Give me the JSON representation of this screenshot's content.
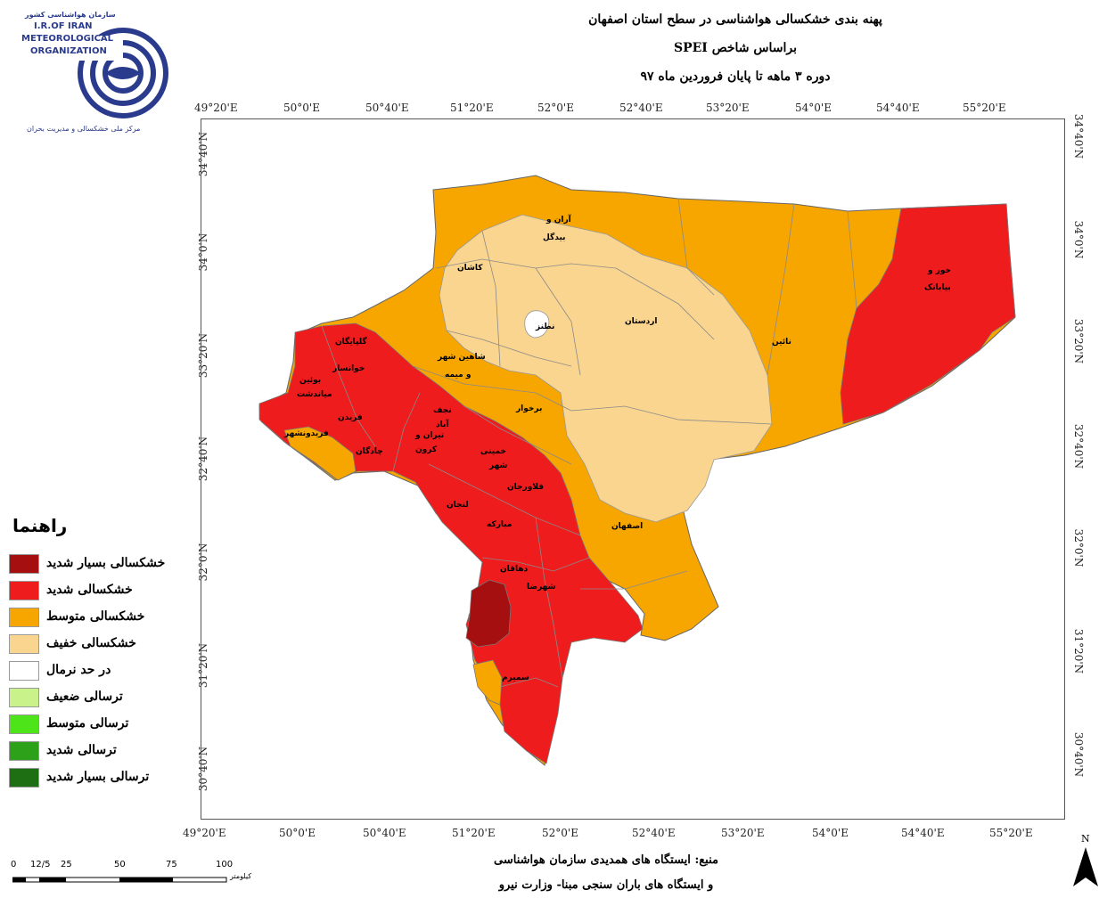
{
  "header": {
    "logo": {
      "line1": "سازمان هواشناسی کشور",
      "line2": "I.R.OF IRAN",
      "line3": "METEOROLOGICAL",
      "line4": "ORGANIZATION",
      "line5": "مرکز ملی خشکسالی و مدیریت بحران"
    },
    "title_line1": "پهنه بندی خشکسالی هواشناسی در سطح استان اصفهان",
    "title_line2": "براساس شاخص SPEI",
    "title_line3": "دوره ۳ ماهه تا پایان فروردین ماه ۹۷"
  },
  "axes": {
    "lon_ticks": [
      "49°20'E",
      "50°0'E",
      "50°40'E",
      "51°20'E",
      "52°0'E",
      "52°40'E",
      "53°20'E",
      "54°0'E",
      "54°40'E",
      "55°20'E"
    ],
    "lat_ticks": [
      "34°40'N",
      "34°0'N",
      "33°20'N",
      "32°40'N",
      "32°0'N",
      "31°20'N",
      "30°40'N"
    ]
  },
  "places": [
    {
      "name": "آران و",
      "name2": "بیدگل"
    },
    {
      "name": "کاشان"
    },
    {
      "name": "نطنز"
    },
    {
      "name": "اردستان"
    },
    {
      "name": "نائین"
    },
    {
      "name": "خور و",
      "name2": "بیابانک"
    },
    {
      "name": "شاهین شهر",
      "name2": "و میمه"
    },
    {
      "name": "برخوار"
    },
    {
      "name": "نجف",
      "name2": "آباد"
    },
    {
      "name": "خمینی",
      "name2": "شهر"
    },
    {
      "name": "فریدونشهر"
    },
    {
      "name": "اصفهان"
    },
    {
      "name": "دهاقان"
    },
    {
      "name": "شهرضا"
    },
    {
      "name": "سمیرم"
    },
    {
      "name": "لنجان"
    },
    {
      "name": "مبارکه"
    },
    {
      "name": "گلپایگان"
    },
    {
      "name": "خوانسار"
    },
    {
      "name": "فریدن"
    },
    {
      "name": "چادگان"
    },
    {
      "name": "تیران و",
      "name2": "کرون"
    },
    {
      "name": "فلاورجان"
    },
    {
      "name": "بوئین",
      "name2": "میاندشت"
    }
  ],
  "legend": {
    "title": "راهنما",
    "items": [
      {
        "label": "خشکسالی بسیار شدید",
        "color": "#a50f0f"
      },
      {
        "label": "خشکسالی شدید",
        "color": "#ee1c1c"
      },
      {
        "label": "خشکسالی متوسط",
        "color": "#f7a600"
      },
      {
        "label": "خشکسالی خفیف",
        "color": "#fad58f"
      },
      {
        "label": "در حد نرمال",
        "color": "#ffffff"
      },
      {
        "label": "ترسالی ضعیف",
        "color": "#c9f28a"
      },
      {
        "label": "ترسالی متوسط",
        "color": "#4de51a"
      },
      {
        "label": "ترسالی شدید",
        "color": "#2ea11a"
      },
      {
        "label": "ترسالی بسیار شدید",
        "color": "#1e6e14"
      }
    ]
  },
  "source": {
    "line1": "منبع: ایستگاه های همدیدی سازمان هواشناسی",
    "line2": "و ایستگاه های باران سنجی مبنا- وزارت نیرو"
  },
  "scalebar": {
    "labels": [
      "0",
      "12/5",
      "25",
      "50",
      "75",
      "100"
    ],
    "unit": "کیلومتر"
  },
  "north_label": "N",
  "colors": {
    "extreme": "#a50f0f",
    "severe": "#ee1c1c",
    "moderate": "#f7a600",
    "mild": "#fad58f",
    "normal": "#ffffff",
    "boundary": "#8a8a8a"
  }
}
